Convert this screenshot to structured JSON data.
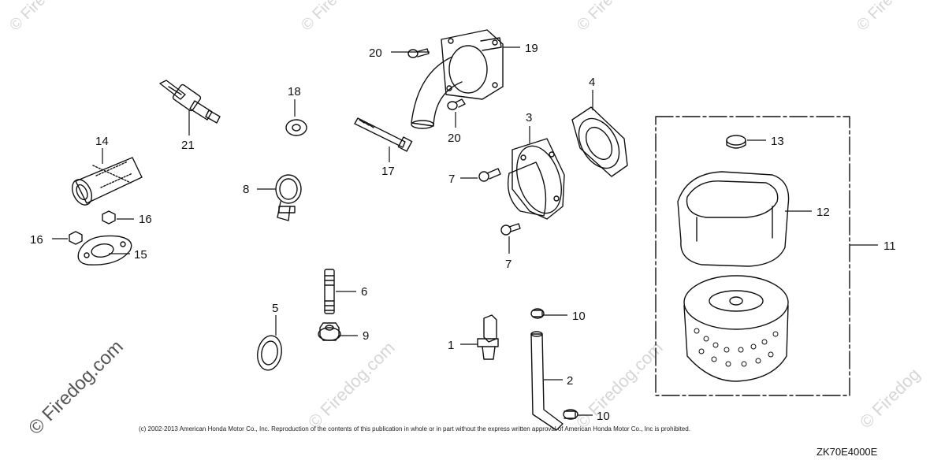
{
  "watermark": {
    "text": "© Firedog.com",
    "corner_text": "© Firedog"
  },
  "callouts": [
    {
      "id": "p1",
      "label": "1"
    },
    {
      "id": "p2",
      "label": "2"
    },
    {
      "id": "p3",
      "label": "3"
    },
    {
      "id": "p4",
      "label": "4"
    },
    {
      "id": "p5",
      "label": "5"
    },
    {
      "id": "p6",
      "label": "6"
    },
    {
      "id": "p7a",
      "label": "7"
    },
    {
      "id": "p7b",
      "label": "7"
    },
    {
      "id": "p8",
      "label": "8"
    },
    {
      "id": "p9",
      "label": "9"
    },
    {
      "id": "p10a",
      "label": "10"
    },
    {
      "id": "p10b",
      "label": "10"
    },
    {
      "id": "p11",
      "label": "11"
    },
    {
      "id": "p12",
      "label": "12"
    },
    {
      "id": "p13",
      "label": "13"
    },
    {
      "id": "p14",
      "label": "14"
    },
    {
      "id": "p15",
      "label": "15"
    },
    {
      "id": "p16a",
      "label": "16"
    },
    {
      "id": "p16b",
      "label": "16"
    },
    {
      "id": "p17",
      "label": "17"
    },
    {
      "id": "p18",
      "label": "18"
    },
    {
      "id": "p19",
      "label": "19"
    },
    {
      "id": "p20a",
      "label": "20"
    },
    {
      "id": "p20b",
      "label": "20"
    },
    {
      "id": "p21",
      "label": "21"
    }
  ],
  "copyright": "(c) 2002-2013 American Honda Motor Co., Inc. Reproduction of the contents of this publication in whole or in part without the express written approval of American Honda Motor Co., Inc is prohibited.",
  "diagram_code": "ZK70E4000E"
}
